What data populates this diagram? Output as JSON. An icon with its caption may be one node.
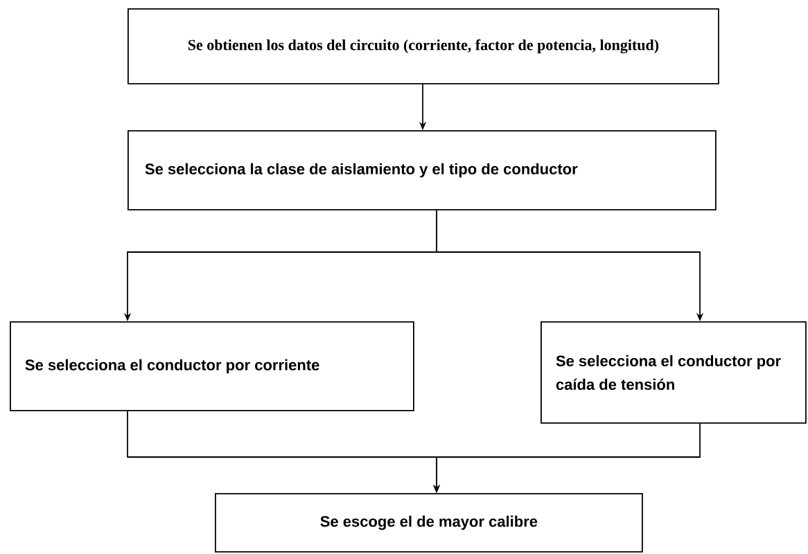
{
  "diagram": {
    "nodes": [
      {
        "text": [
          "Se obtienen los datos del circuito (corriente, factor de potencia, longitud)"
        ]
      },
      {
        "text": [
          "Se selecciona la clase de aislamiento y el tipo de conductor"
        ]
      },
      {
        "text": [
          "Se selecciona el conductor por corriente"
        ]
      },
      {
        "text": [
          "Se selecciona el conductor por caída de tensión"
        ]
      },
      {
        "text": [
          "Se escoge el de mayor calibre"
        ]
      }
    ],
    "edges": [
      {
        "from": 0,
        "to": 1,
        "arrow": "to"
      },
      {
        "from": 1,
        "to": 2,
        "arrow": "to"
      },
      {
        "from": 1,
        "to": 3,
        "arrow": "to"
      },
      {
        "from": 2,
        "to": 4,
        "arrow": "to"
      },
      {
        "from": 3,
        "to": 4,
        "arrow": "to"
      }
    ]
  }
}
